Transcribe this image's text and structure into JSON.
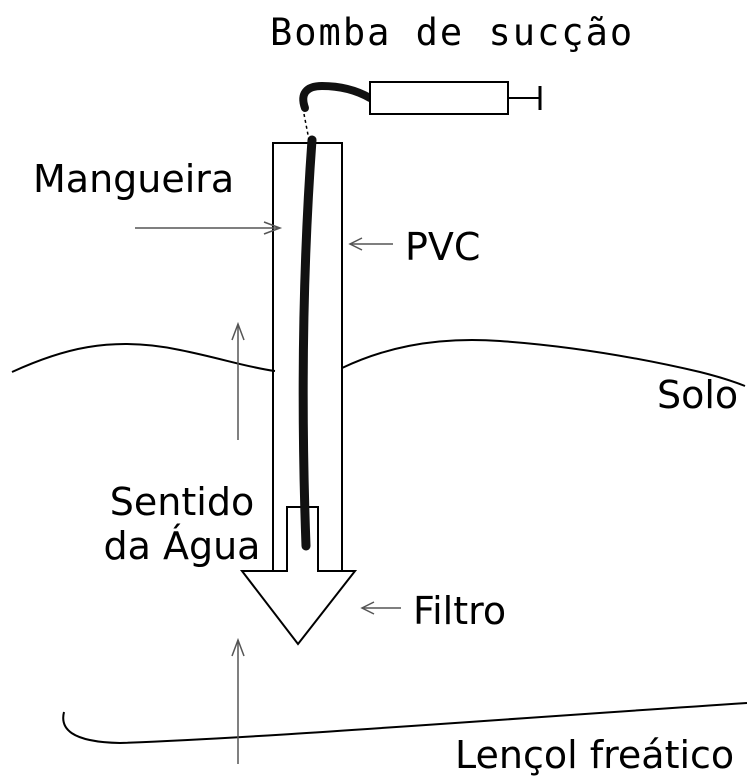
{
  "labels": {
    "pump": "Bomba de sucção",
    "hose": "Mangueira",
    "pvc": "PVC",
    "soil": "Solo",
    "flow_line1": "Sentido",
    "flow_line2": "da Água",
    "filter": "Filtro",
    "water_table": "Lençol freático"
  },
  "colors": {
    "ink": "#000000",
    "hose": "#111111",
    "pointer": "#555555",
    "background": "#ffffff"
  }
}
